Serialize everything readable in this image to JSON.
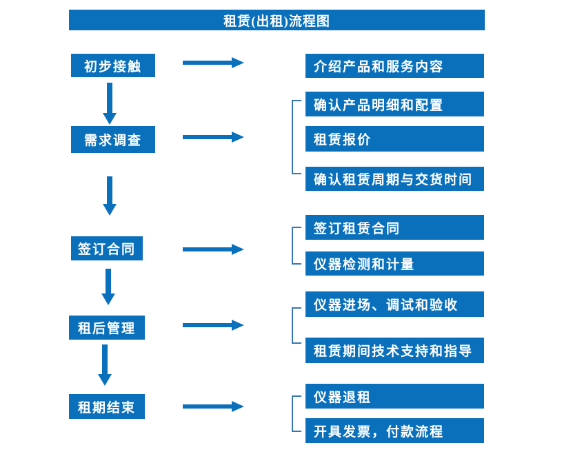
{
  "title": "租赁(出租)流程图",
  "colors": {
    "primary_blue": "#0a70bc",
    "bracket_blue": "#3577b5",
    "text_on_primary": "#ffffff",
    "background": "#ffffff"
  },
  "stages": [
    {
      "label": "初步接触"
    },
    {
      "label": "需求调查"
    },
    {
      "label": "签订合同"
    },
    {
      "label": "租后管理"
    },
    {
      "label": "租期结束"
    }
  ],
  "details": [
    {
      "label": "介绍产品和服务内容"
    },
    {
      "label": "确认产品明细和配置"
    },
    {
      "label": "租赁报价"
    },
    {
      "label": "确认租赁周期与交货时间"
    },
    {
      "label": "签订租赁合同"
    },
    {
      "label": "仪器检测和计量"
    },
    {
      "label": "仪器进场、调试和验收"
    },
    {
      "label": "租赁期间技术支持和指导"
    },
    {
      "label": "仪器退租"
    },
    {
      "label": "开具发票，付款流程"
    }
  ]
}
